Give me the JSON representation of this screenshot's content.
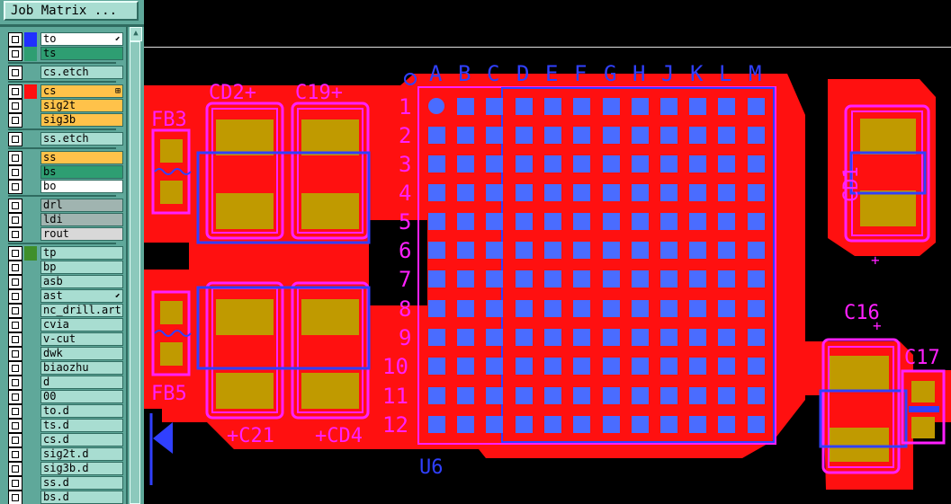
{
  "panel": {
    "title": "Job Matrix ...",
    "scroll_up_glyph": "▲",
    "layers": [
      {
        "name": "to",
        "color": "#ffffff",
        "swatch": "#2030ff",
        "mark": "⬋"
      },
      {
        "name": "ts",
        "color": "#2e9e72",
        "swatch": "#2e9e72",
        "mark": ""
      },
      {
        "name": "cs.etch",
        "color": "#a8ddd1",
        "swatch": "",
        "mark": ""
      },
      {
        "name": "cs",
        "color": "#ffc24a",
        "swatch": "#ff1010",
        "mark": "⊞"
      },
      {
        "name": "sig2t",
        "color": "#ffc24a",
        "swatch": "",
        "mark": ""
      },
      {
        "name": "sig3b",
        "color": "#ffc24a",
        "swatch": "",
        "mark": ""
      },
      {
        "name": "ss.etch",
        "color": "#a8ddd1",
        "swatch": "",
        "mark": ""
      },
      {
        "name": "ss",
        "color": "#ffc24a",
        "swatch": "",
        "mark": ""
      },
      {
        "name": "bs",
        "color": "#2e9e72",
        "swatch": "",
        "mark": ""
      },
      {
        "name": "bo",
        "color": "#ffffff",
        "swatch": "",
        "mark": ""
      },
      {
        "name": "drl",
        "color": "#a0b4b0",
        "swatch": "",
        "mark": ""
      },
      {
        "name": "ldi",
        "color": "#a0b4b0",
        "swatch": "",
        "mark": ""
      },
      {
        "name": "rout",
        "color": "#d8d8d8",
        "swatch": "",
        "mark": ""
      },
      {
        "name": "tp",
        "color": "#a8ddd1",
        "swatch": "#3f8f2a",
        "mark": ""
      },
      {
        "name": "bp",
        "color": "#a8ddd1",
        "swatch": "",
        "mark": ""
      },
      {
        "name": "asb",
        "color": "#a8ddd1",
        "swatch": "",
        "mark": ""
      },
      {
        "name": "ast",
        "color": "#a8ddd1",
        "swatch": "",
        "mark": "⬋"
      },
      {
        "name": "nc_drill.art",
        "color": "#a8ddd1",
        "swatch": "",
        "mark": ""
      },
      {
        "name": "cvia",
        "color": "#a8ddd1",
        "swatch": "",
        "mark": ""
      },
      {
        "name": "v-cut",
        "color": "#a8ddd1",
        "swatch": "",
        "mark": ""
      },
      {
        "name": "dwk",
        "color": "#a8ddd1",
        "swatch": "",
        "mark": ""
      },
      {
        "name": "biaozhu",
        "color": "#a8ddd1",
        "swatch": "",
        "mark": ""
      },
      {
        "name": "d",
        "color": "#a8ddd1",
        "swatch": "",
        "mark": ""
      },
      {
        "name": "00",
        "color": "#a8ddd1",
        "swatch": "",
        "mark": ""
      },
      {
        "name": "to.d",
        "color": "#a8ddd1",
        "swatch": "",
        "mark": ""
      },
      {
        "name": "ts.d",
        "color": "#a8ddd1",
        "swatch": "",
        "mark": ""
      },
      {
        "name": "cs.d",
        "color": "#a8ddd1",
        "swatch": "",
        "mark": ""
      },
      {
        "name": "sig2t.d",
        "color": "#a8ddd1",
        "swatch": "",
        "mark": ""
      },
      {
        "name": "sig3b.d",
        "color": "#a8ddd1",
        "swatch": "",
        "mark": ""
      },
      {
        "name": "ss.d",
        "color": "#a8ddd1",
        "swatch": "",
        "mark": ""
      },
      {
        "name": "bs.d",
        "color": "#a8ddd1",
        "swatch": "",
        "mark": ""
      }
    ]
  },
  "board": {
    "colors": {
      "copper": "#ff1010",
      "pad": "#c09a00",
      "outline": "#ff20ff",
      "grid_pad": "#4a6cff",
      "silk": "#3040ff",
      "line": "#e0e0e0"
    },
    "bga": {
      "columns": [
        "A",
        "B",
        "C",
        "D",
        "E",
        "F",
        "G",
        "H",
        "J",
        "K",
        "L",
        "M"
      ],
      "rows": [
        "1",
        "2",
        "3",
        "4",
        "5",
        "6",
        "7",
        "8",
        "9",
        "10",
        "11",
        "12"
      ],
      "ref": "U6"
    },
    "refs": {
      "cd2": "CD2+",
      "c19": "C19+",
      "c21": "+C21",
      "cd4": "+CD4",
      "fb3": "FB3",
      "fb5": "FB5",
      "cd1": "CD1",
      "c16": "C16",
      "c17": "C17",
      "plus_cd1": "+",
      "plus_c16": "+"
    }
  }
}
